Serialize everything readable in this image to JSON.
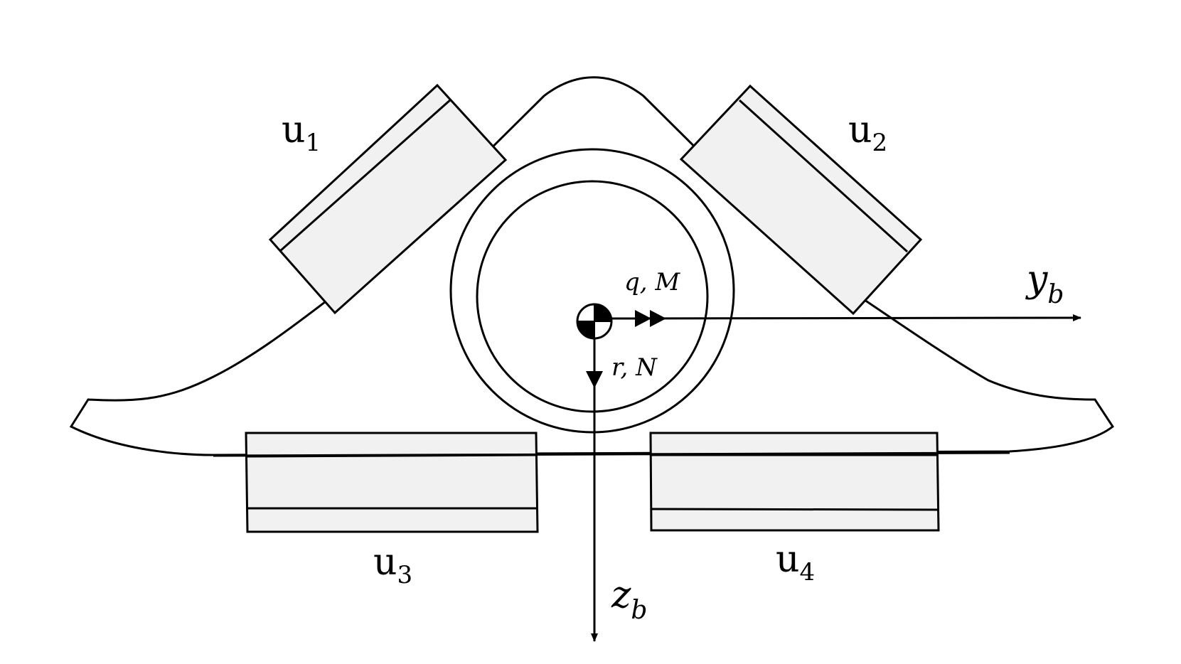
{
  "colors": {
    "stroke": "#000000",
    "pad_fill": "#f1f1f1",
    "background": "#ffffff"
  },
  "labels": {
    "u1": {
      "base": "u",
      "sub": "1"
    },
    "u2": {
      "base": "u",
      "sub": "2"
    },
    "u3": {
      "base": "u",
      "sub": "3"
    },
    "u4": {
      "base": "u",
      "sub": "4"
    },
    "yb": {
      "base": "y",
      "sub": "b"
    },
    "zb": {
      "base": "z",
      "sub": "b"
    },
    "qM": "q, M",
    "rN": "r, N"
  },
  "icons": {
    "center_of_mass": "center-of-mass-icon",
    "double_arrow": "double-arrowhead-icon"
  }
}
